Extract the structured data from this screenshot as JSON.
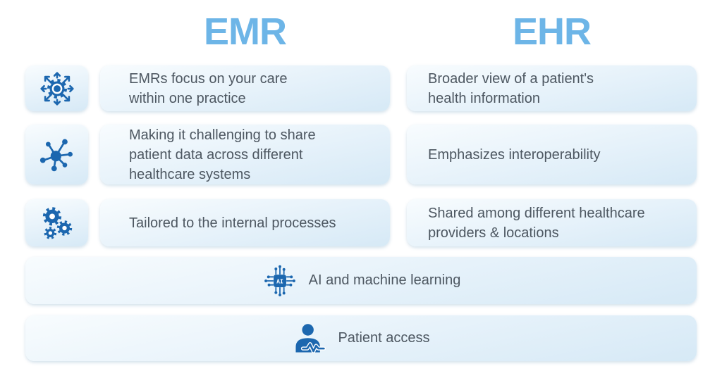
{
  "headers": {
    "left": "EMR",
    "right": "EHR"
  },
  "comparison_rows": [
    {
      "icon": "expand-gear-icon",
      "emr": "EMRs focus on your care\nwithin one practice",
      "ehr": "Broader view of a patient's\nhealth information"
    },
    {
      "icon": "network-nodes-icon",
      "emr": "Making it challenging to share\npatient data across different\nhealthcare systems",
      "ehr": "Emphasizes interoperability"
    },
    {
      "icon": "gears-icon",
      "emr": "Tailored to the internal processes",
      "ehr": "Shared among different healthcare\nproviders & locations"
    }
  ],
  "shared_rows": [
    {
      "icon": "ai-chip-icon",
      "label": "AI and machine learning"
    },
    {
      "icon": "patient-access-icon",
      "label": "Patient access"
    }
  ],
  "ai_chip_label": "AI",
  "colors": {
    "title_blue": "#6db5e7",
    "icon_blue": "#1c67af",
    "text_gray": "#4d5761",
    "box_top": "#f8fcfe",
    "box_bottom": "#d6e9f6"
  }
}
